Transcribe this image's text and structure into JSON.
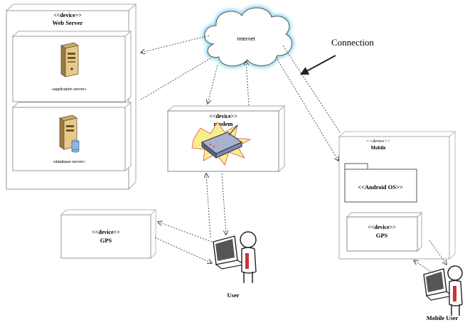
{
  "nodes": {
    "web_server": {
      "stereotype": "<<device>>",
      "name": "Web Server"
    },
    "app_server": {
      "label": "«application server»"
    },
    "db_server": {
      "label": "«database server»"
    },
    "internet": {
      "label": "Internet"
    },
    "modem": {
      "stereotype": "<<device>>",
      "name": "modem"
    },
    "mobile": {
      "stereotype": "<<device>>",
      "name": "Mobile"
    },
    "android": {
      "label": "<<Android OS>>"
    },
    "mobile_gps": {
      "stereotype": "<<device>>",
      "name": "GPS"
    },
    "gps": {
      "stereotype": "<<device>>",
      "name": "GPS"
    },
    "user": {
      "label": "User"
    },
    "mobile_user": {
      "label": "Mobile User"
    }
  },
  "annotations": {
    "connection": "Connection"
  },
  "colors": {
    "line": "#666666",
    "cloud_glow": "#7fd4f0",
    "server_body": "#e8c98a",
    "modem_burst": "#f7f08a",
    "modem_body": "#7c87a8",
    "db_cylinder": "#8fb7e3"
  }
}
